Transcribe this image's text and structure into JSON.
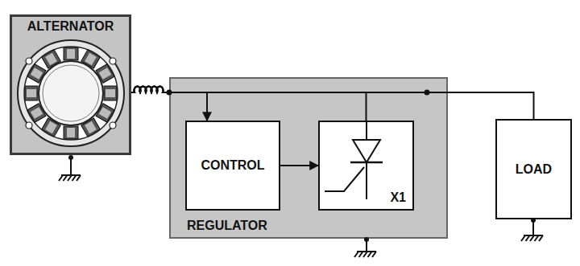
{
  "diagram": {
    "nodes": [
      {
        "text": [
          "ALTERNATOR"
        ]
      },
      {
        "text": [
          "REGULATOR"
        ]
      },
      {
        "text": [
          "CONTROL"
        ],
        "in": 1
      },
      {
        "text": [
          "X1"
        ],
        "in": 1
      },
      {
        "text": [
          "LOAD"
        ]
      }
    ],
    "edges": [
      {
        "from": 0,
        "to": 4,
        "arrow": "none"
      },
      {
        "from": 0,
        "to": 2,
        "arrow": "to"
      },
      {
        "from": 0,
        "to": 3,
        "arrow": "none"
      },
      {
        "from": 2,
        "to": 3,
        "arrow": "to"
      }
    ]
  }
}
